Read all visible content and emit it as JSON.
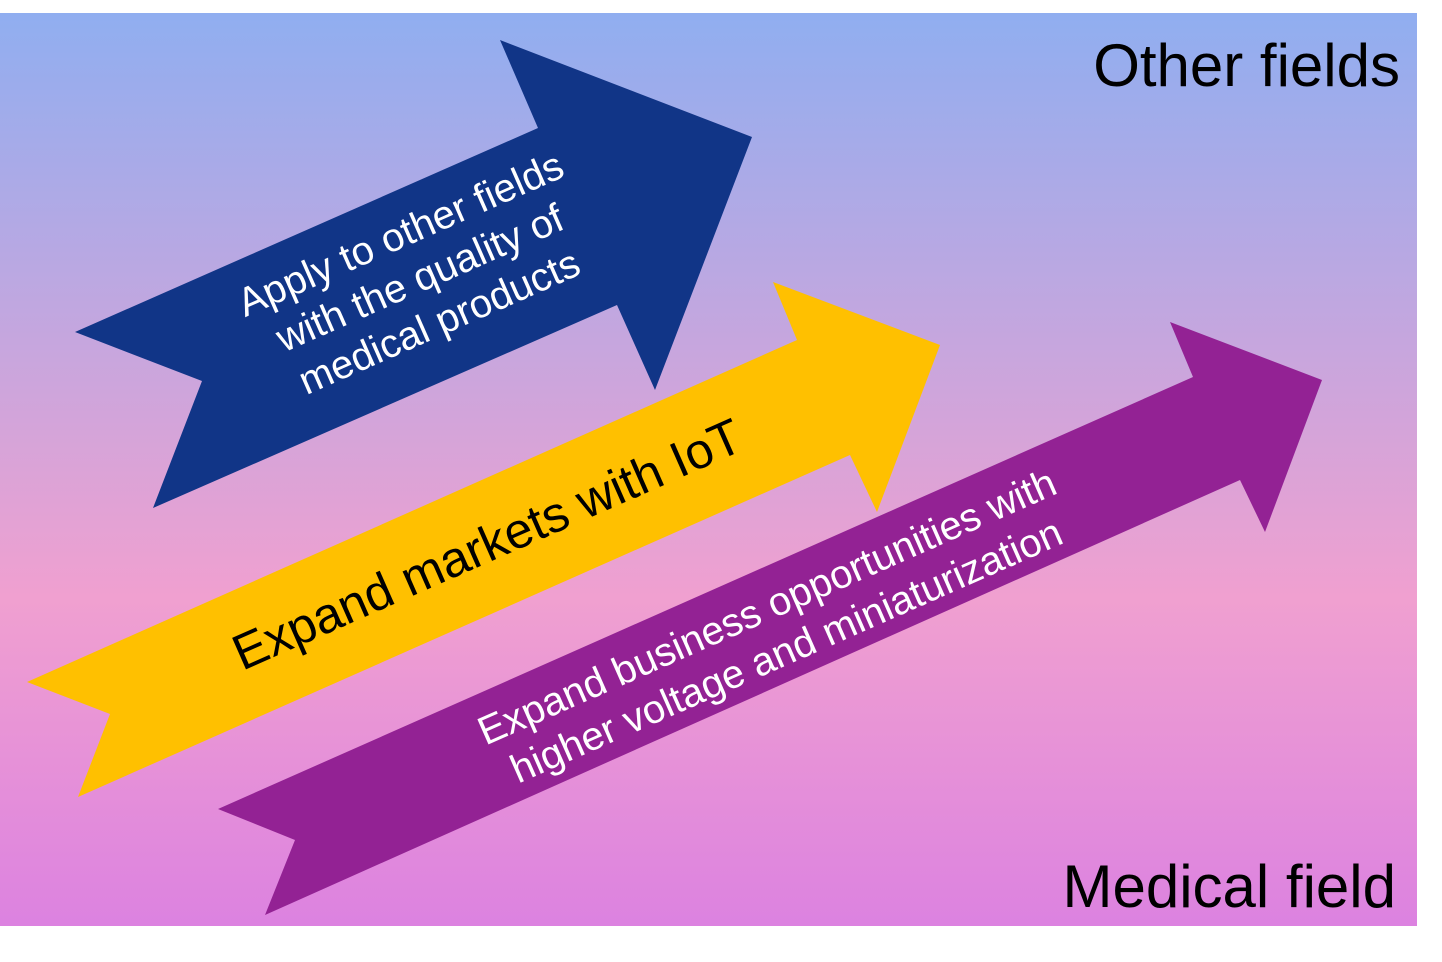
{
  "labels": {
    "top_right": "Other fields",
    "bottom_right": "Medical field"
  },
  "arrows": [
    {
      "lines": [
        "Apply to other fields",
        "with the quality of",
        "medical products"
      ],
      "color": "#113587",
      "text_color": "#ffffff"
    },
    {
      "lines": [
        "Expand markets with IoT"
      ],
      "color": "#ffc000",
      "text_color": "#000000"
    },
    {
      "lines": [
        "Expand business opportunities with",
        "higher voltage and miniaturization"
      ],
      "color": "#932294",
      "text_color": "#ffffff"
    }
  ],
  "colors": {
    "gradient_top": "#90aef0",
    "gradient_mid": "#f0a0d0",
    "gradient_bottom": "#dc82e0"
  }
}
